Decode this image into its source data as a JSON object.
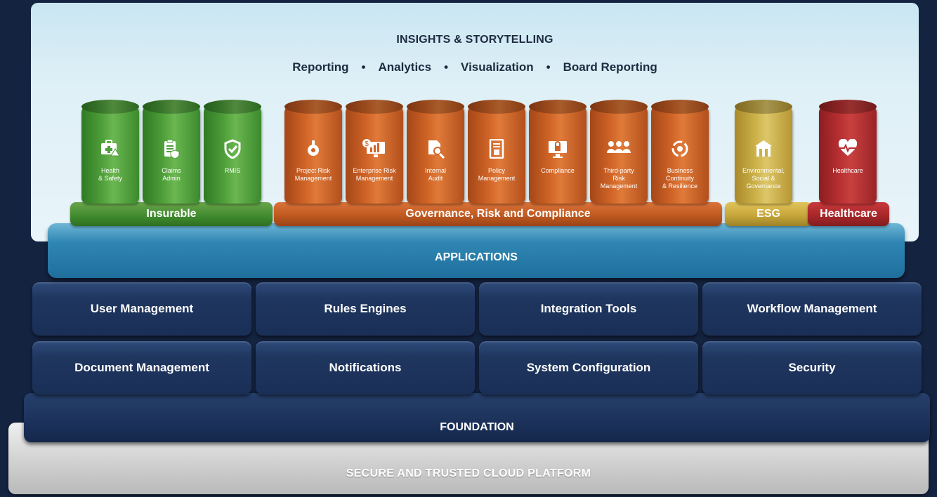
{
  "insights": {
    "title": "INSIGHTS & STORYTELLING",
    "items": [
      "Reporting",
      "Analytics",
      "Visualization",
      "Board Reporting"
    ],
    "separator": "•"
  },
  "groups": [
    {
      "label": "Insurable",
      "color": "green"
    },
    {
      "label": "Governance, Risk and Compliance",
      "color": "orange"
    },
    {
      "label": "ESG",
      "color": "gold"
    },
    {
      "label": "Healthcare",
      "color": "red"
    }
  ],
  "apps": [
    {
      "label": "Health\n& Safety",
      "icon": "first-aid-kit-icon",
      "group": "green"
    },
    {
      "label": "Claims\nAdmin",
      "icon": "clipboard-icon",
      "group": "green"
    },
    {
      "label": "RMIS",
      "icon": "shield-check-icon",
      "group": "green"
    },
    {
      "label": "Project Risk\nManagement",
      "icon": "gear-icon",
      "group": "orange"
    },
    {
      "label": "Enterprise Risk\nManagement",
      "icon": "chart-monitor-icon",
      "group": "orange"
    },
    {
      "label": "Internal\nAudit",
      "icon": "document-search-icon",
      "group": "orange"
    },
    {
      "label": "Policy\nManagement",
      "icon": "policy-document-icon",
      "group": "orange"
    },
    {
      "label": "Compliance",
      "icon": "lock-monitor-icon",
      "group": "orange"
    },
    {
      "label": "Third-party\nRisk\nManagement",
      "icon": "people-icon",
      "group": "orange"
    },
    {
      "label": "Business\nContinuity\n& Resilience",
      "icon": "cycle-icon",
      "group": "orange"
    },
    {
      "label": "Environmental,\nSocial &\nGovernance",
      "icon": "building-icon",
      "group": "gold"
    },
    {
      "label": "Healthcare",
      "icon": "heart-pulse-icon",
      "group": "red"
    }
  ],
  "applications_label": "APPLICATIONS",
  "services_row1": [
    "User Management",
    "Rules Engines",
    "Integration Tools",
    "Workflow Management"
  ],
  "services_row2": [
    "Document Management",
    "Notifications",
    "System Configuration",
    "Security"
  ],
  "foundation_label": "FOUNDATION",
  "cloud_label": "SECURE AND TRUSTED CLOUD PLATFORM"
}
